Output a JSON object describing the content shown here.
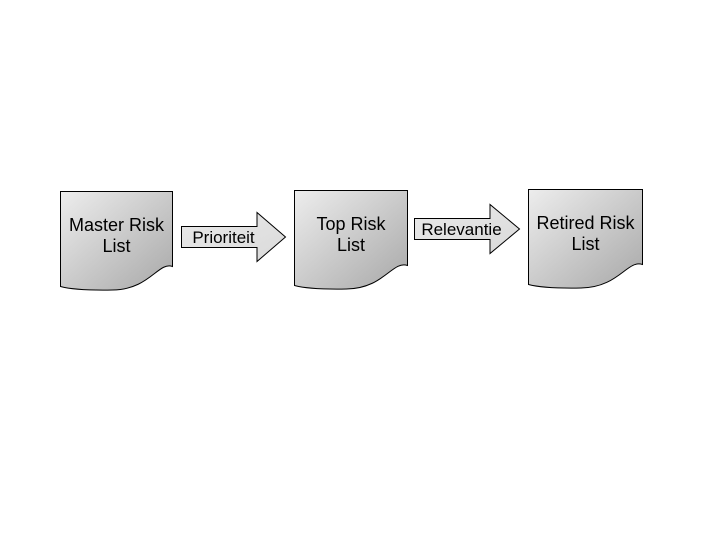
{
  "diagram": {
    "type": "flow",
    "background_color": "#ffffff",
    "nodes": [
      {
        "id": "master-risk-list",
        "shape": "document",
        "line1": "Master Risk",
        "line2": "List"
      },
      {
        "id": "top-risk-list",
        "shape": "document",
        "line1": "Top Risk",
        "line2": "List"
      },
      {
        "id": "retired-risk-list",
        "shape": "document",
        "line1": "Retired Risk",
        "line2": "List"
      }
    ],
    "arrows": [
      {
        "id": "prioriteit",
        "label": "Prioriteit",
        "direction": "right",
        "from": "master-risk-list",
        "to": "top-risk-list"
      },
      {
        "id": "relevantie",
        "label": "Relevantie",
        "direction": "right",
        "from": "top-risk-list",
        "to": "retired-risk-list"
      }
    ],
    "colors": {
      "border": "#000000",
      "text": "#000000",
      "doc_fill_start": "#ededed",
      "doc_fill_end": "#a8a8a8",
      "arrow_fill_start": "#e9e9e9",
      "arrow_fill_end": "#dadada"
    }
  }
}
